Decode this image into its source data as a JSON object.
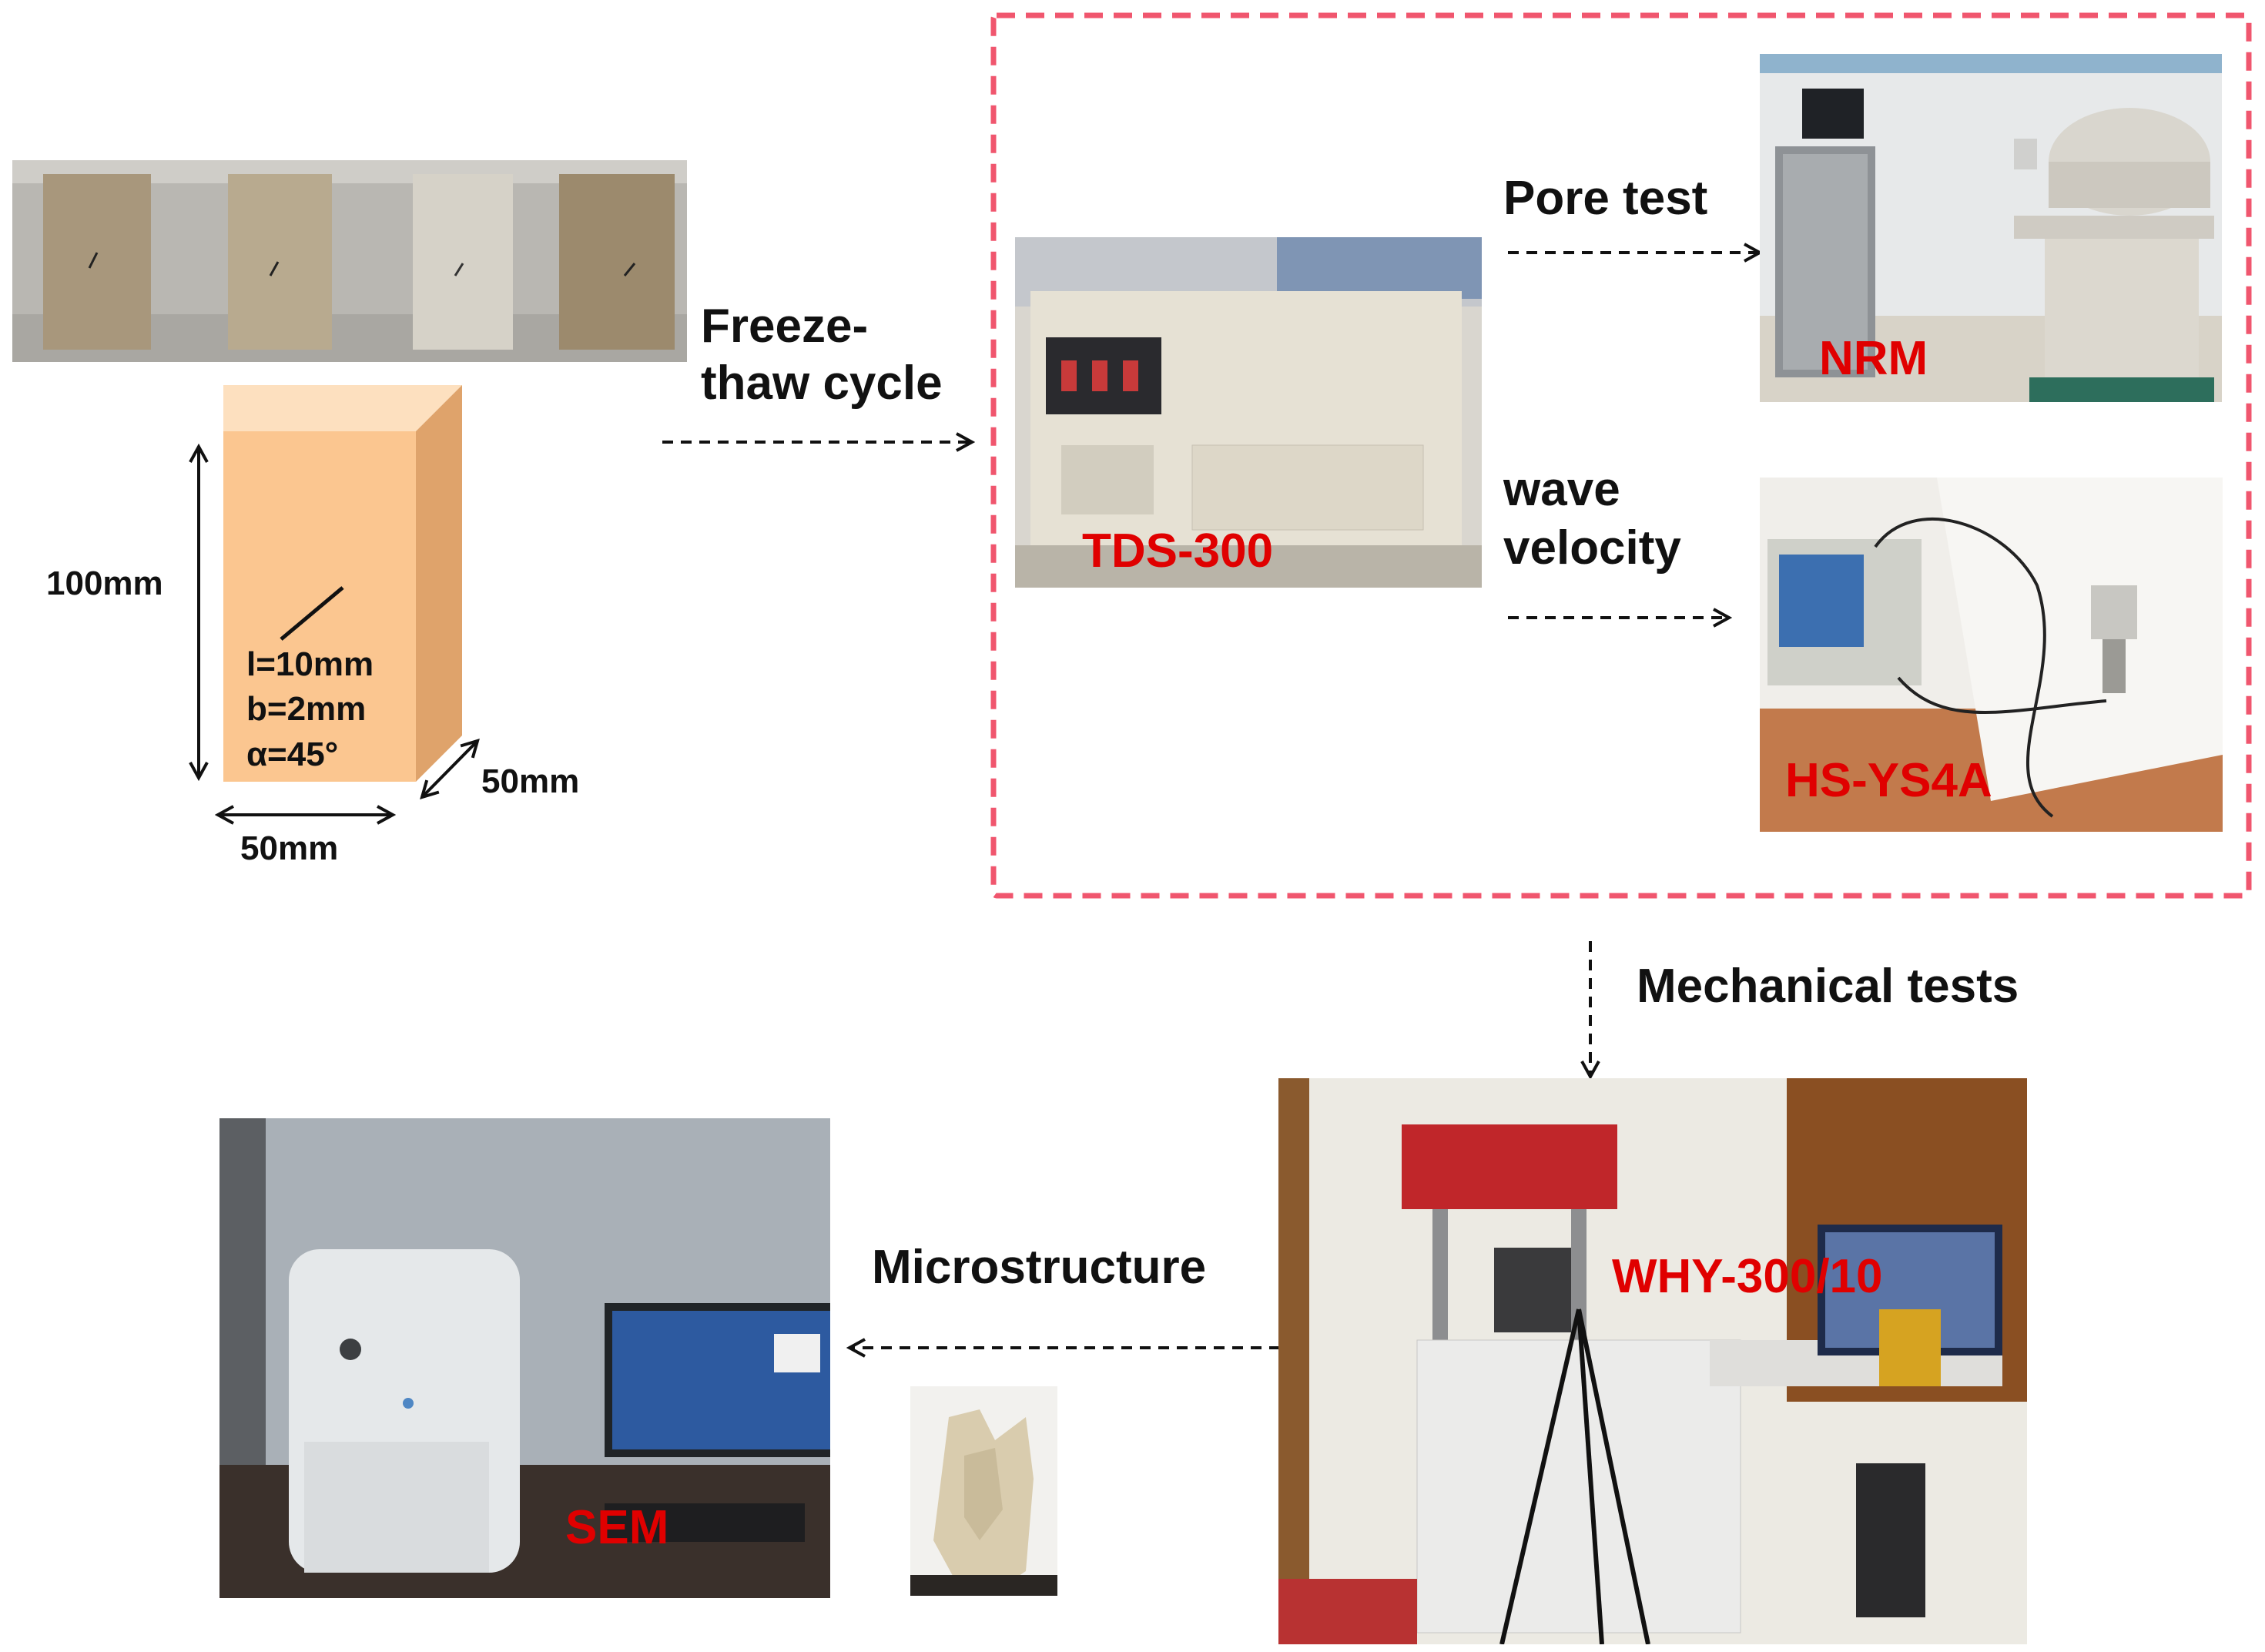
{
  "specimen": {
    "height_label": "100mm",
    "width_label": "50mm",
    "depth_label": "50mm",
    "crack_length": "l=10mm",
    "crack_width": "b=2mm",
    "crack_angle": "α=45°"
  },
  "steps": {
    "freeze_thaw_line1": "Freeze-",
    "freeze_thaw_line2": "thaw cycle",
    "pore_test": "Pore test",
    "wave_velocity_line1": "wave",
    "wave_velocity_line2": "velocity",
    "mechanical_tests": "Mechanical tests",
    "microstructure": "Microstructure"
  },
  "equipment": {
    "freeze_thaw": "TDS-300",
    "pore": "NRM",
    "wave": "HS-YS4A",
    "mechanical": "WHY-300/10",
    "micro": "SEM"
  },
  "colors": {
    "label_red": "#e00000",
    "dashed_box": "#f0566e",
    "specimen_front": "#fbc690",
    "specimen_side": "#dfa36b"
  }
}
